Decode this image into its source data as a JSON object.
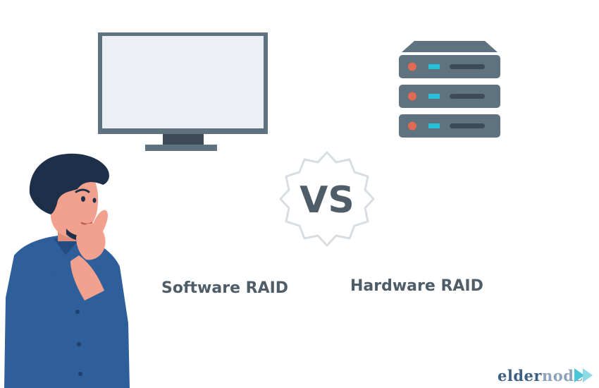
{
  "labels": {
    "software": "Software RAID",
    "hardware": "Hardware RAID",
    "versus": "VS"
  },
  "brand": {
    "part_a": "elder",
    "part_b": "node"
  },
  "icons": {
    "monitor": "monitor-icon",
    "server": "server-rack-icon",
    "versus_badge": "vs-badge-icon",
    "person": "thinking-person-illustration",
    "brand_mark": "play-arrows-icon"
  },
  "colors": {
    "monitor_frame": "#5f7280",
    "monitor_screen": "#eceff3",
    "server_body": "#5f7280",
    "server_led_red": "#e06a54",
    "server_led_cyan": "#26c0d8",
    "server_slot": "#3c4b57",
    "vs_text": "#4f5d69",
    "badge_outline": "#d8dde2",
    "shirt": "#2f5f9a",
    "skin": "#f2a18e",
    "hair": "#1e2f4a",
    "label_text": "#4f5d69",
    "brand_a": "#3c5f86",
    "brand_b": "#8fa3b8",
    "brand_arrows": "#49c6d9"
  }
}
